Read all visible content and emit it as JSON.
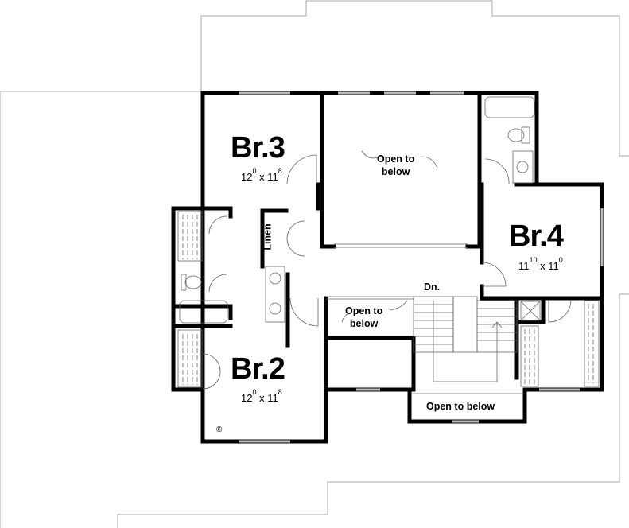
{
  "plan": {
    "rooms": [
      {
        "name": "Br.3",
        "width_ft": "12",
        "width_in": "0",
        "depth_ft": "11",
        "depth_in": "8",
        "sep": "x"
      },
      {
        "name": "Br.2",
        "width_ft": "12",
        "width_in": "0",
        "depth_ft": "11",
        "depth_in": "8",
        "sep": "x"
      },
      {
        "name": "Br.4",
        "width_ft": "11",
        "width_in": "10",
        "depth_ft": "11",
        "depth_in": "0",
        "sep": "x"
      }
    ],
    "open_to_below_main": [
      "Open to",
      "below"
    ],
    "open_to_below_small": [
      "Open to",
      "below"
    ],
    "open_to_below_bottom": "Open to below",
    "linen": "Linen",
    "stairs": "Dn.",
    "copyright": "©"
  },
  "colors": {
    "wall": "#000000",
    "roof_outline": "#aaaaaa",
    "fixture": "#666666"
  }
}
